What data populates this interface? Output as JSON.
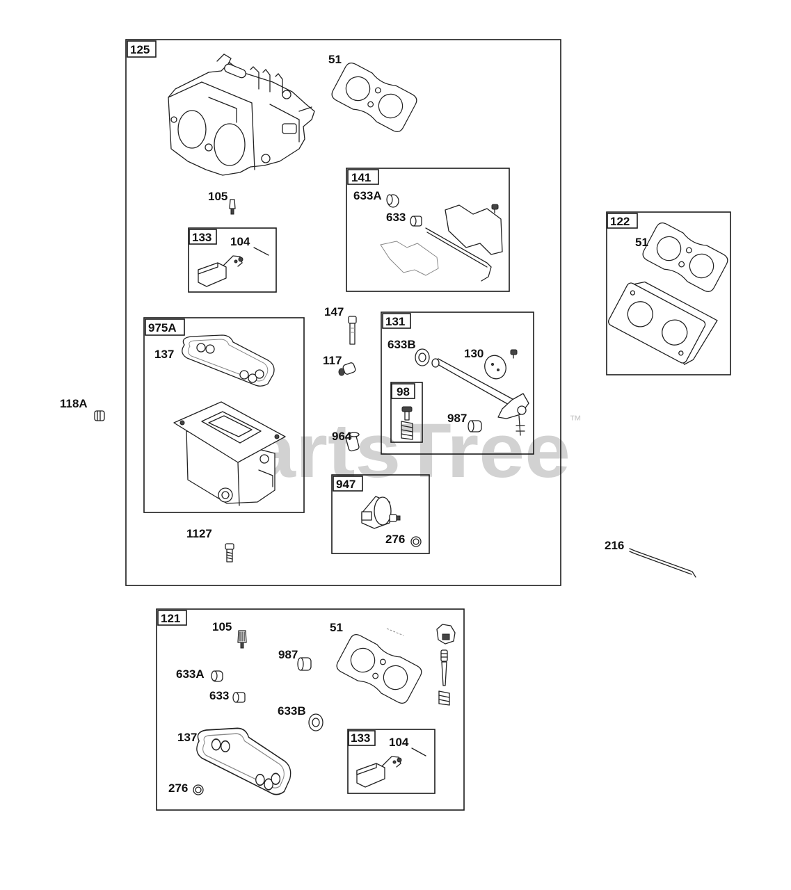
{
  "watermark": {
    "text": "PartsTree",
    "tm": "™"
  },
  "boxes": {
    "b125": "125",
    "b141": "141",
    "b133a": "133",
    "b975a": "975A",
    "b131": "131",
    "b98": "98",
    "b947": "947",
    "b122": "122",
    "b121": "121",
    "b133b": "133"
  },
  "callouts": {
    "p51_main": "51",
    "p105_main": "105",
    "p104_main": "104",
    "p633a_141": "633A",
    "p633_141": "633",
    "p147": "147",
    "p117": "117",
    "p137_975a": "137",
    "p633b_131": "633B",
    "p130": "130",
    "p987_131": "987",
    "p964": "964",
    "p118a": "118A",
    "p1127": "1127",
    "p276_947": "276",
    "p51_122": "51",
    "p216": "216",
    "p105_121": "105",
    "p51_121": "51",
    "p987_121": "987",
    "p633a_121": "633A",
    "p633_121": "633",
    "p633b_121": "633B",
    "p137_121": "137",
    "p104_121": "104",
    "p276_121": "276"
  }
}
